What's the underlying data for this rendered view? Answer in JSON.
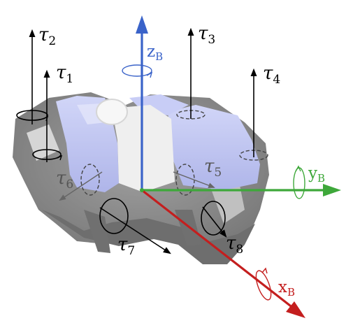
{
  "thrusters": {
    "t1": {
      "symbol": "τ",
      "index": "1"
    },
    "t2": {
      "symbol": "τ",
      "index": "2"
    },
    "t3": {
      "symbol": "τ",
      "index": "3"
    },
    "t4": {
      "symbol": "τ",
      "index": "4"
    },
    "t5": {
      "symbol": "τ",
      "index": "5"
    },
    "t6": {
      "symbol": "τ",
      "index": "6"
    },
    "t7": {
      "symbol": "τ",
      "index": "7"
    },
    "t8": {
      "symbol": "τ",
      "index": "8"
    }
  },
  "axes": {
    "z": {
      "letter": "z",
      "sub": "B",
      "color": "#3a63c9"
    },
    "y": {
      "letter": "y",
      "sub": "B",
      "color": "#3ea83a"
    },
    "x": {
      "letter": "x",
      "sub": "B",
      "color": "#c41e1e"
    }
  },
  "colors": {
    "frame": "#2b2b2b",
    "hull_blue": "#9aa4ef",
    "hull_shadow": "#6e77c8",
    "vector": "#000000",
    "faded_vector": "#555555"
  }
}
